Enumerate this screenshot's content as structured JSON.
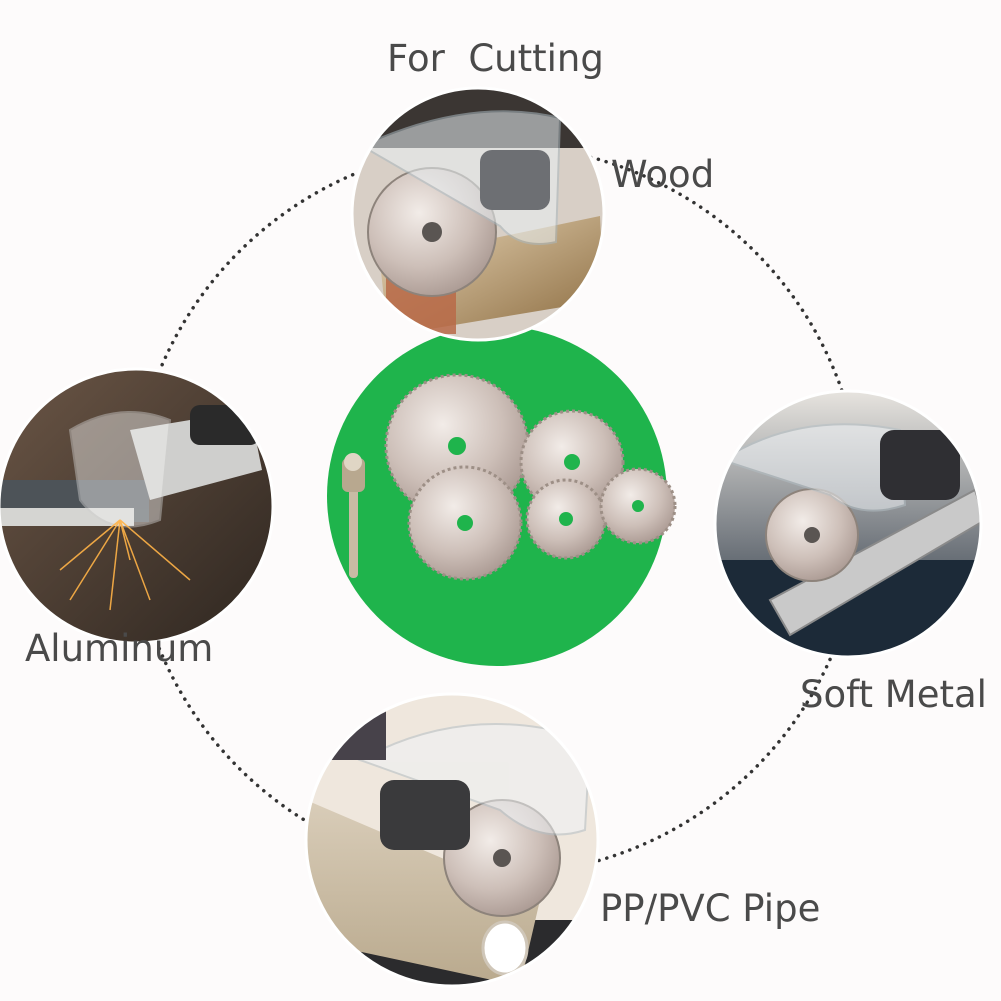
{
  "header": {
    "title": "For  Cutting"
  },
  "applications": [
    {
      "label": "Wood"
    },
    {
      "label": "Soft Metal"
    },
    {
      "label": "PP/PVC Pipe"
    },
    {
      "label": "Aluminum"
    }
  ],
  "center": {
    "background_color": "#1fb44c"
  },
  "colors": {
    "text": "#4a4a4a",
    "ring": "#333333"
  }
}
